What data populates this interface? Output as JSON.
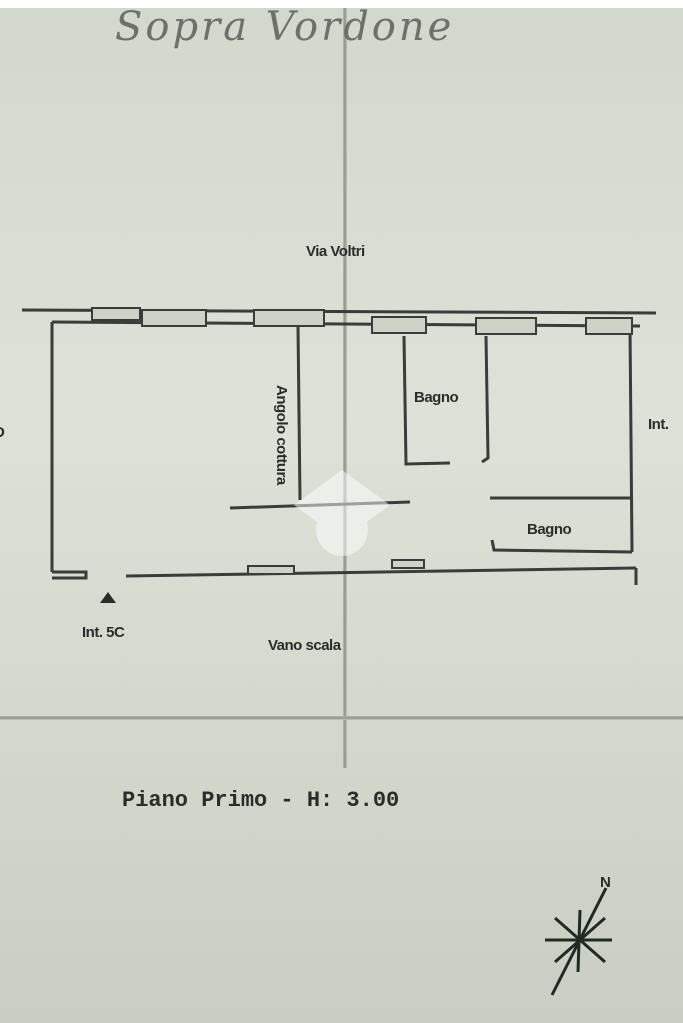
{
  "handwritten_note": "Sopra Vordone",
  "street_label": "Via Voltri",
  "rooms": {
    "kitchen_corner": "Angolo cottura",
    "bathroom_1": "Bagno",
    "bathroom_2": "Bagno"
  },
  "left_edge_label": "D",
  "right_edge_label": "Int.",
  "entrance_label": "Int. 5C",
  "stairwell_label": "Vano scala",
  "floor_title": "Piano Primo - H: 3.00",
  "north_label": "N"
}
